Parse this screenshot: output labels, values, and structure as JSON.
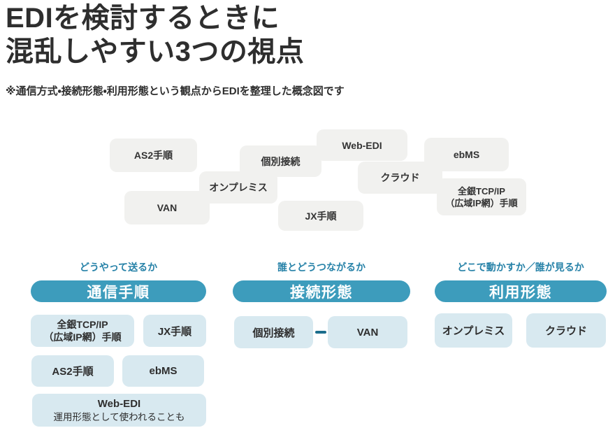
{
  "page": {
    "title_line1": "EDIを検討するときに",
    "title_line2": "混乱しやすい3つの視点",
    "subtitle": "※通信方式・接続形態・利用形態という観点からEDIを整理した概念図です"
  },
  "colors": {
    "accent_teal": "#3D9CBC",
    "question_blue": "#2782A8",
    "light_blue_box": "#D8E9F0",
    "light_gray_box": "#F1F1EF",
    "text_dark": "#2E2E2E",
    "connector_teal": "#1B6D8C"
  },
  "cloud": {
    "as2": "AS2手順",
    "kobetsu_setsuzoku": "個別接続",
    "web_edi": "Web-EDI",
    "ebms": "ebMS",
    "onpremise": "オンプレミス",
    "cloud_service": "クラウド",
    "van": "VAN",
    "jx": "JX手順",
    "zengin_line1": "全銀TCP/IP",
    "zengin_line2": "（広域IP網）手順"
  },
  "columns": {
    "communication": {
      "question": "どうやって送るか",
      "heading": "通信手順",
      "zengin_line1": "全銀TCP/IP",
      "zengin_line2": "（広域IP網）手順",
      "jx": "JX手順",
      "as2": "AS2手順",
      "ebms": "ebMS",
      "web_edi": "Web-EDI",
      "web_edi_note": "運用形態として使われることも"
    },
    "connection": {
      "question": "誰とどうつながるか",
      "heading": "接続形態",
      "kobetsu_setsuzoku": "個別接続",
      "van": "VAN"
    },
    "usage": {
      "question": "どこで動かすか／誰が見るか",
      "heading": "利用形態",
      "onpremise": "オンプレミス",
      "cloud_service": "クラウド"
    }
  }
}
